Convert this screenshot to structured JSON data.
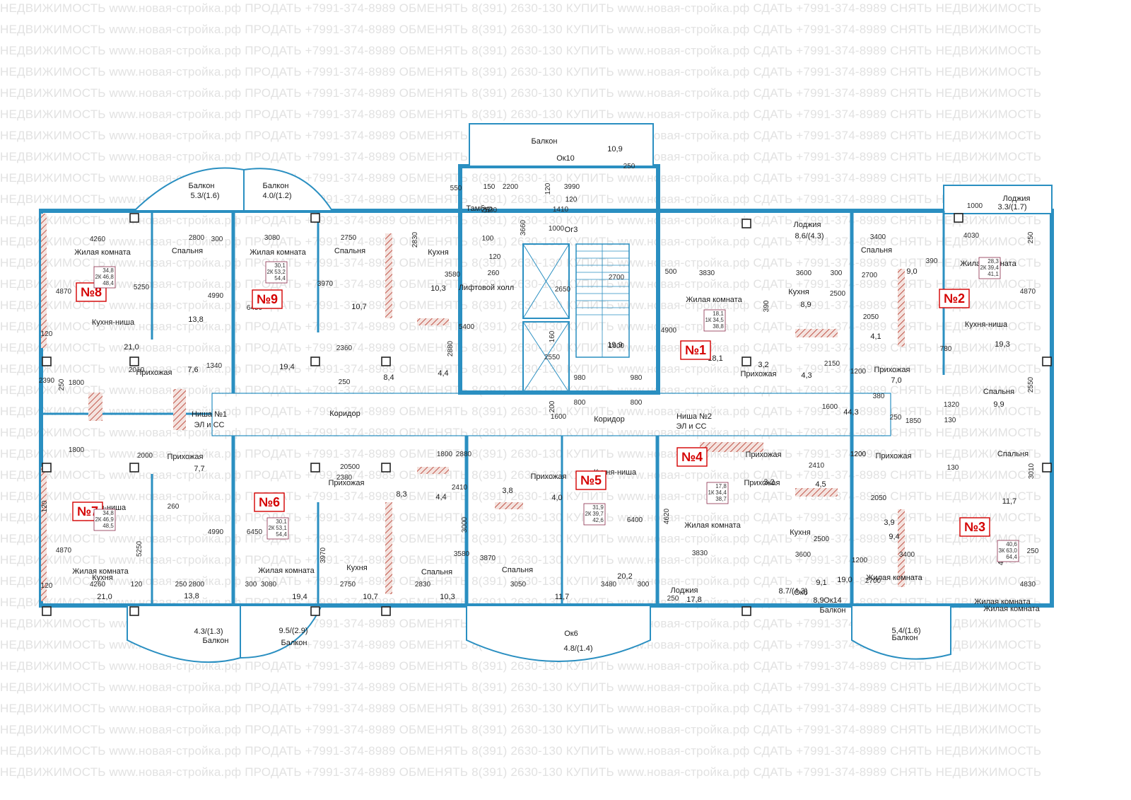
{
  "watermark": {
    "text": "НЕДВИЖИМОСТЬ www.новая-стройка.рф ПРОДАТЬ +7991-374-8989 ОБМЕНЯТЬ 8(391) 2630-130 КУПИТЬ www.новая-стройка.рф СДАТЬ +7991-374-8989 СНЯТЬ НЕДВИЖИМОСТЬ"
  },
  "colors": {
    "wall_fill": "#f6f9fb",
    "wall_stroke": "#2a8fc1",
    "brick": "#c1564a",
    "accent": "#d40000",
    "dim_line": "#3ab0d8"
  },
  "apartments": [
    {
      "id": "apt-8",
      "number": "№8",
      "rooms": "2К",
      "areas": [
        "34,8",
        "46,8",
        "48,4"
      ]
    },
    {
      "id": "apt-9",
      "number": "№9",
      "rooms": "2К",
      "areas": [
        "30,1",
        "53,2",
        "54,4"
      ]
    },
    {
      "id": "apt-1",
      "number": "№1",
      "rooms": "1К",
      "areas": [
        "18,1",
        "34,5",
        "38,8"
      ]
    },
    {
      "id": "apt-2",
      "number": "№2",
      "rooms": "2К",
      "areas": [
        "28,3",
        "39,4",
        "41,1"
      ]
    },
    {
      "id": "apt-7",
      "number": "№7",
      "rooms": "2К",
      "areas": [
        "34,8",
        "46,9",
        "48,5"
      ]
    },
    {
      "id": "apt-6",
      "number": "№6",
      "rooms": "2К",
      "areas": [
        "30,1",
        "53,1",
        "54,4"
      ]
    },
    {
      "id": "apt-5",
      "number": "№5",
      "rooms": "2К",
      "areas": [
        "31,9",
        "39,7",
        "42,6"
      ]
    },
    {
      "id": "apt-4",
      "number": "№4",
      "rooms": "1К",
      "areas": [
        "17,8",
        "34,4",
        "38,7"
      ]
    },
    {
      "id": "apt-3",
      "number": "№3",
      "rooms": "3К",
      "areas": [
        "40,6",
        "63,0",
        "64,4"
      ]
    }
  ],
  "room_labels": [
    "Балкон",
    "Ок10",
    "10,9",
    "Балкон",
    "5.3/(1.6)",
    "Балкон",
    "4.0/(1.2)",
    "Тамбур",
    "Лоджия",
    "3.3/(1.7)",
    "Лоджия",
    "8.6/(4.3)",
    "Ог3",
    "Жилая комната",
    "Спальня",
    "Жилая комната",
    "Спальня",
    "Кухня",
    "Лифтовой холл",
    "Жилая комната",
    "Кухня",
    "Спальня",
    "Жилая комната",
    "Кухня-ниша",
    "13,8",
    "10,7",
    "10,3",
    "9,0",
    "19,9",
    "18,1",
    "8,9",
    "21,0",
    "19,4",
    "8,4",
    "4,4",
    "4,1",
    "19,3",
    "Кухня-ниша",
    "Прихожая",
    "Прихожая",
    "Прихожая",
    "7,6",
    "3,2",
    "4,3",
    "7,0",
    "Коридор",
    "Коридор",
    "Ниша №1",
    "ЭЛ и СС",
    "Ниша №2",
    "ЭЛ и СС",
    "44,3",
    "9,9",
    "Спальня",
    "Прихожая",
    "Прихожая",
    "Прихожая",
    "Прихожая",
    "Прихожая",
    "Прихожая",
    "7,7",
    "8,3",
    "4,4",
    "3,8",
    "4,0",
    "3,2",
    "4,5",
    "Спальня",
    "11,7",
    "Кухня-ниша",
    "Кухня-ниша",
    "Спальня",
    "Кухня",
    "Спальня",
    "Жилая комната",
    "Жилая комната",
    "Кухня",
    "3,9",
    "9,4",
    "Жилая комната",
    "Жилая комната",
    "Жилая комната",
    "Кухня",
    "Жилая комната",
    "21,0",
    "13,8",
    "19,4",
    "10,7",
    "10,3",
    "11,7",
    "20,2",
    "17,8",
    "8,9",
    "9,1",
    "19,0",
    "Ок6",
    "Ок14",
    "Лоджия",
    "8.7/(4.3)",
    "Балкон",
    "5,4/(1.6)",
    "Балкон",
    "4.3/(1.3)",
    "Балкон",
    "9.5/(2.9)",
    "Балкон",
    "Ок6",
    "4.8/(1.4)"
  ],
  "dimensions": [
    "550",
    "150",
    "2200",
    "120",
    "3990",
    "250",
    "2530",
    "1410",
    "120",
    "100",
    "3660",
    "1000",
    "120",
    "260",
    "5400",
    "2650",
    "2700",
    "160",
    "2550",
    "1600",
    "980",
    "800",
    "800",
    "980",
    "200",
    "1600",
    "4260",
    "2800",
    "300",
    "3080",
    "2750",
    "2830",
    "4870",
    "5250",
    "4990",
    "6450",
    "3970",
    "3580",
    "2880",
    "1340",
    "2360",
    "250",
    "2390",
    "1800",
    "2010",
    "250",
    "120",
    "3830",
    "3600",
    "300",
    "500",
    "4900",
    "390",
    "2500",
    "2150",
    "3400",
    "390",
    "1000",
    "4030",
    "250",
    "2700",
    "2050",
    "1200",
    "1200",
    "4870",
    "780",
    "2550",
    "130",
    "1320",
    "1850",
    "250",
    "380",
    "1600",
    "3010",
    "130",
    "1200",
    "2410",
    "2050",
    "3400",
    "4830",
    "4030",
    "250",
    "2700",
    "1200",
    "2500",
    "3600",
    "3830",
    "4620",
    "6400",
    "3480",
    "300",
    "250",
    "3050",
    "3870",
    "3000",
    "3580",
    "2410",
    "2880",
    "1800",
    "20500",
    "6450",
    "3970",
    "2750",
    "2830",
    "4260",
    "2800",
    "3080",
    "4870",
    "5250",
    "4990",
    "2000",
    "2380",
    "1800",
    "260",
    "300",
    "120",
    "120",
    "120",
    "250"
  ]
}
